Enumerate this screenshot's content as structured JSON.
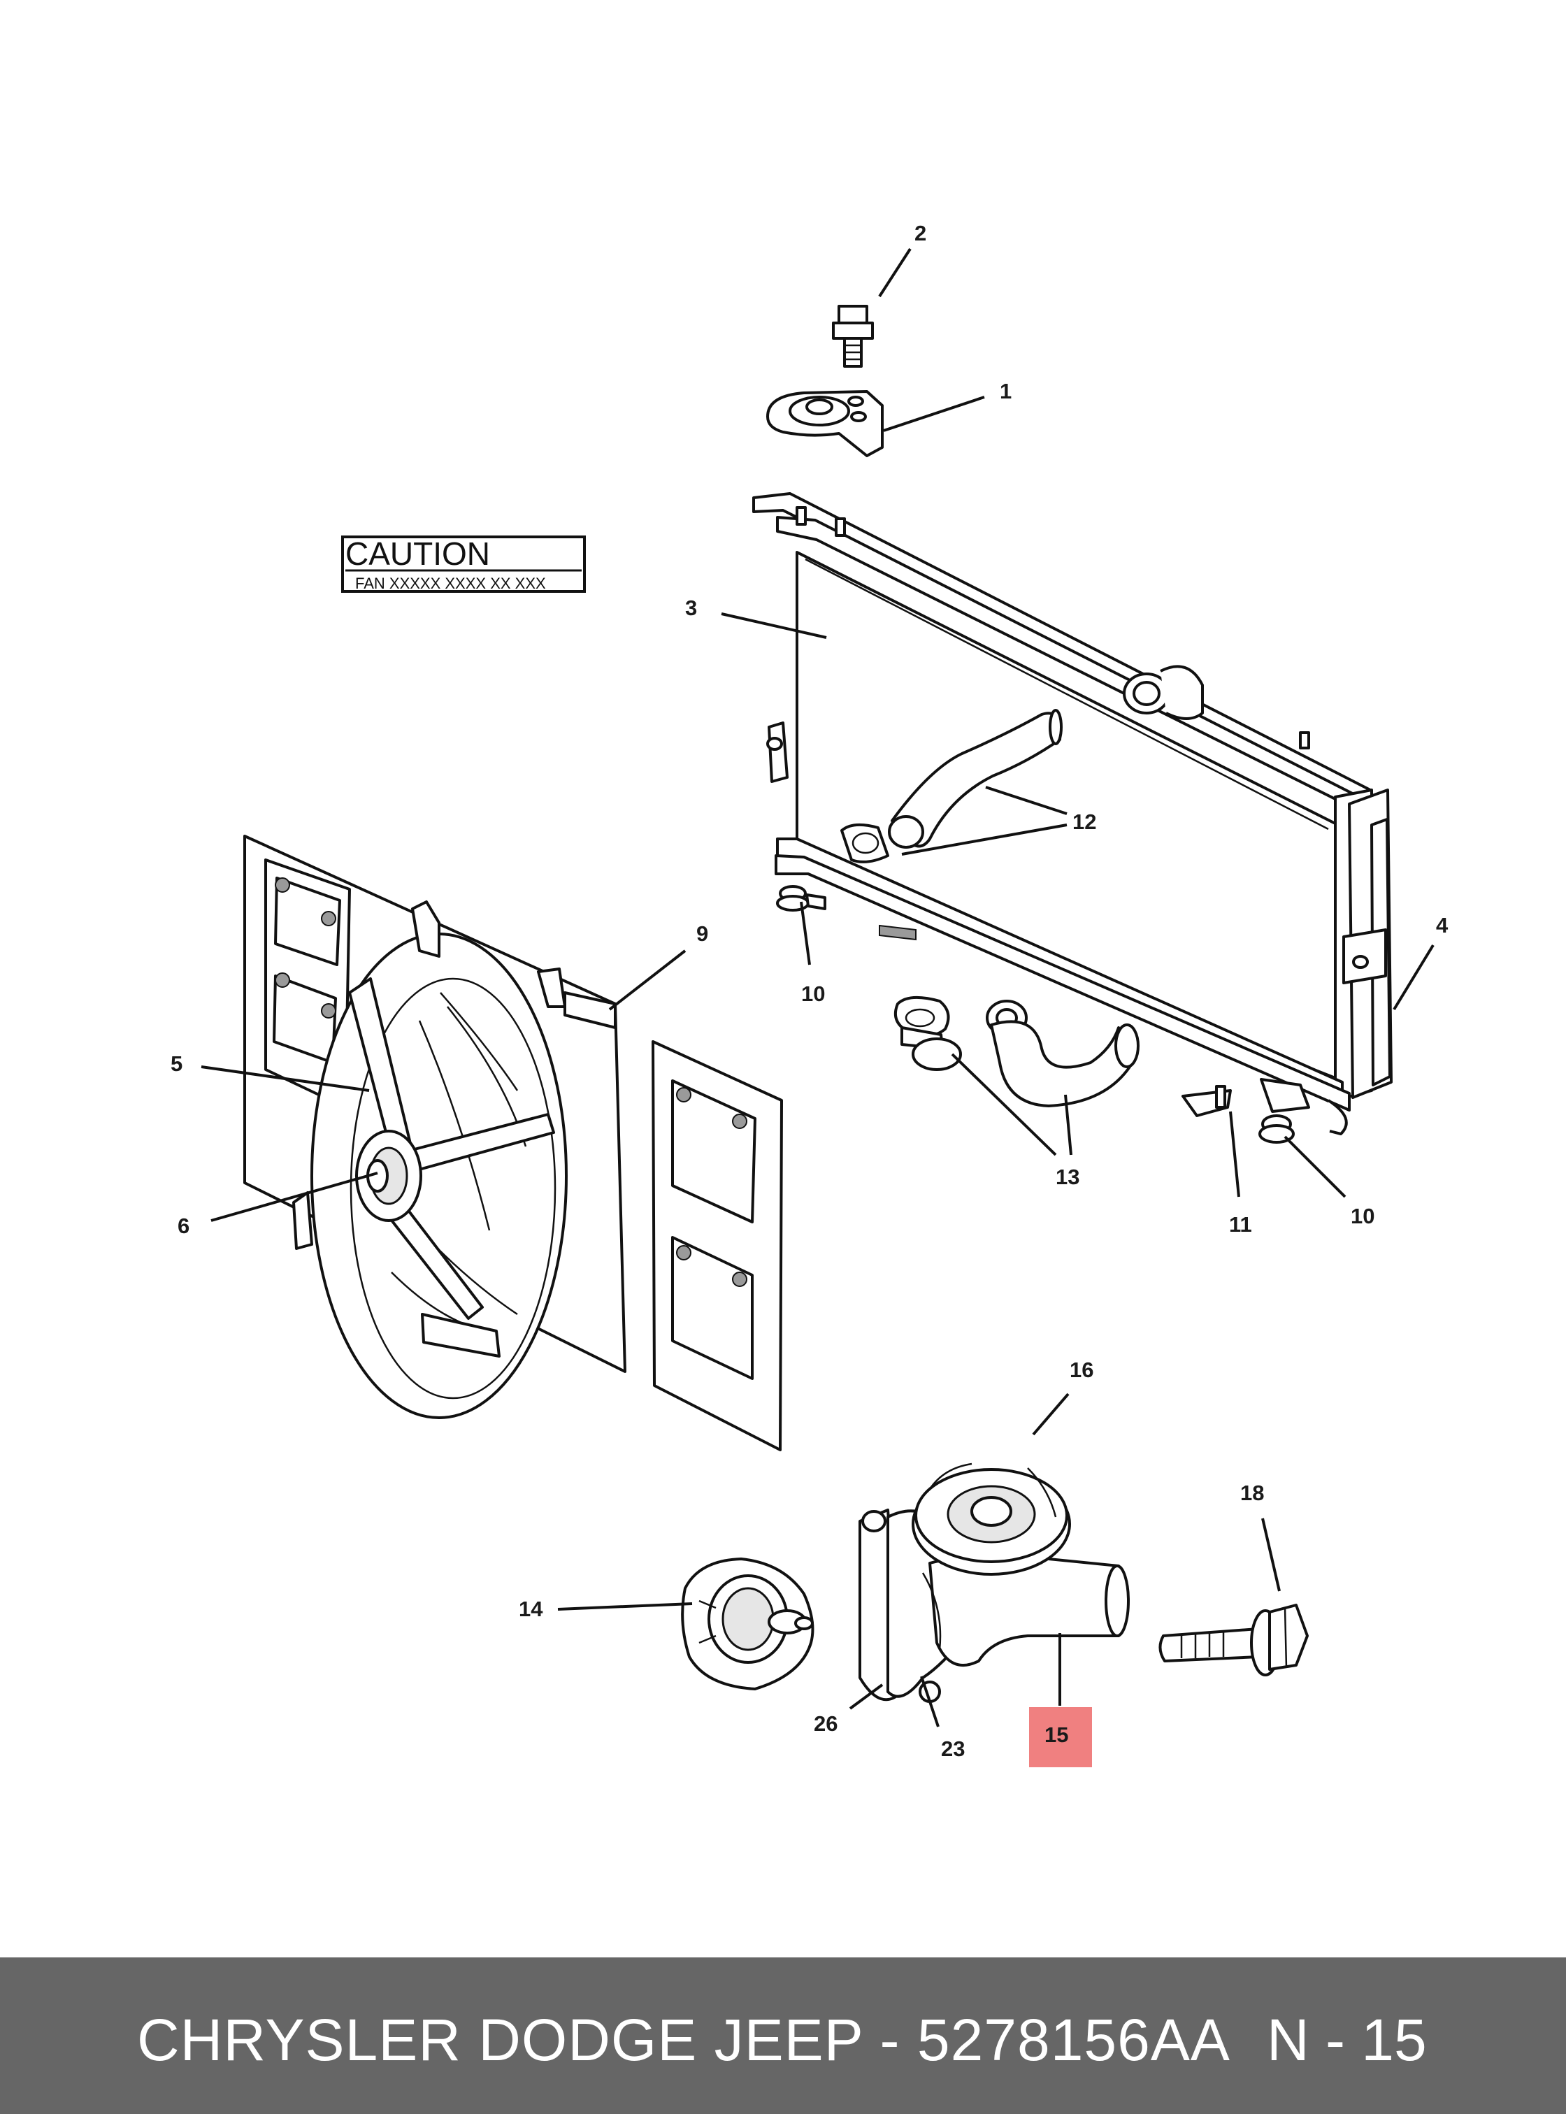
{
  "caution_label": {
    "title": "CAUTION",
    "text": "FAN  XXXXX  XXXX  XX  XXX"
  },
  "callouts": [
    "1",
    "2",
    "3",
    "4",
    "5",
    "6",
    "9",
    "10",
    "10",
    "11",
    "12",
    "13",
    "14",
    "15",
    "16",
    "18",
    "23",
    "26"
  ],
  "highlighted_callout": "15",
  "highlight_color": "#f08080",
  "footer": {
    "brand_part": "CHRYSLER DODGE JEEP - 5278156AA",
    "page_ref": "N - 15",
    "background": "#666666"
  }
}
